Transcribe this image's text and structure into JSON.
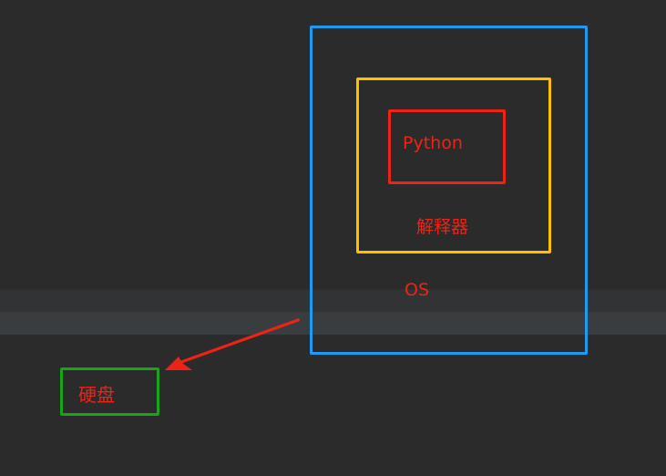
{
  "diagram": {
    "nodes": [
      {
        "id": "os",
        "label": "OS",
        "border_color": "#1e9bf0"
      },
      {
        "id": "interpreter",
        "label": "解释器",
        "border_color": "#ffc000"
      },
      {
        "id": "python",
        "label": "Python",
        "border_color": "#ee2317"
      },
      {
        "id": "disk",
        "label": "硬盘",
        "border_color": "#1aa41a"
      }
    ],
    "nesting": "python inside interpreter inside os",
    "edges": [
      {
        "from": "os",
        "to": "disk",
        "color": "#ee2317",
        "style": "arrow"
      }
    ],
    "label_color": "#ee2317",
    "background_color": "#2b2b2b"
  }
}
